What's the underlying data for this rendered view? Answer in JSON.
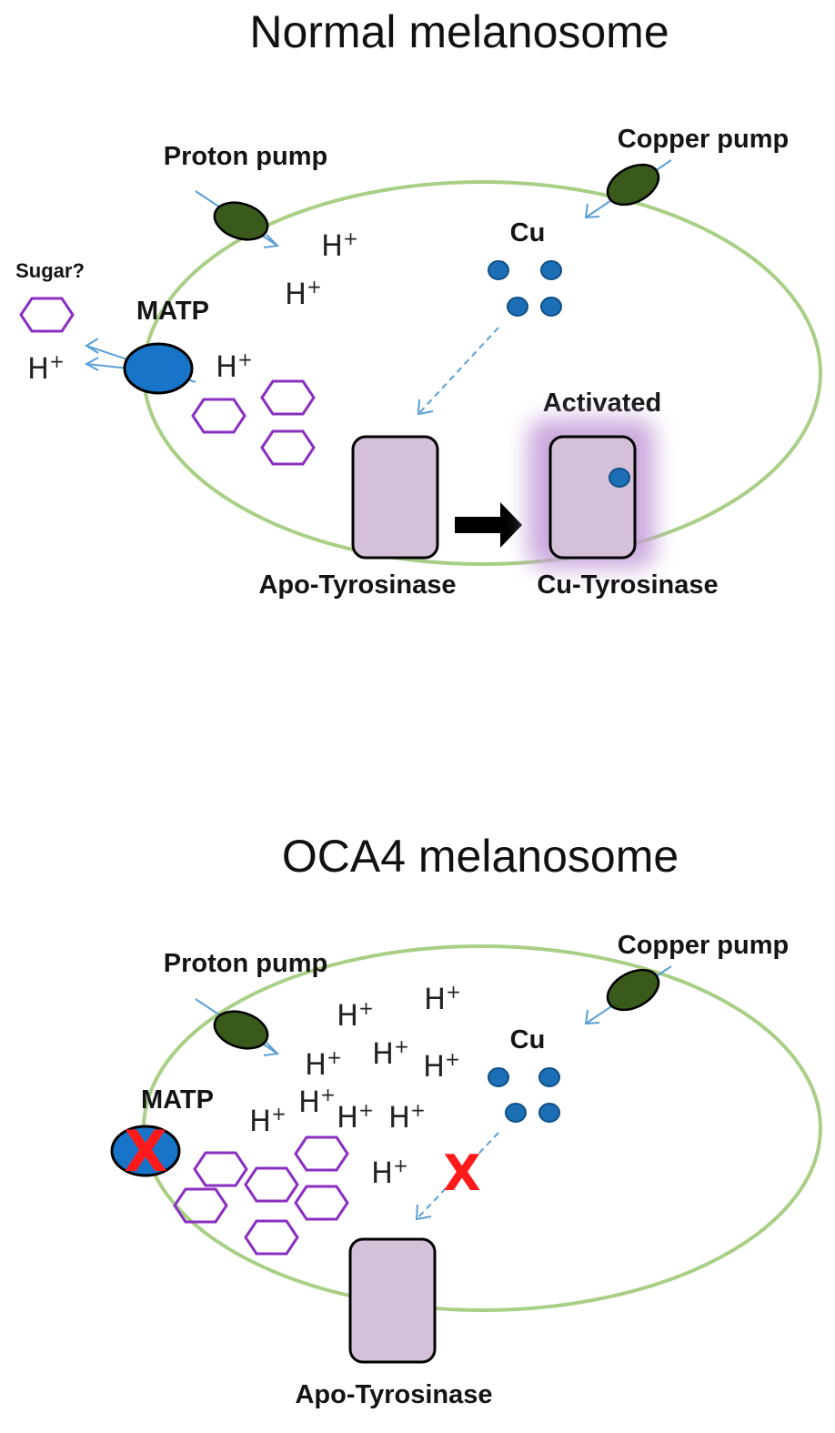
{
  "panels": [
    {
      "title": "Normal melanosome",
      "proton_pump_label": "Proton pump",
      "copper_pump_label": "Copper pump",
      "matp_label": "MATP",
      "cu_label": "Cu",
      "sugar_label": "Sugar?",
      "activated_label": "Activated",
      "apo_label": "Apo-Tyrosinase",
      "cu_tyr_label": "Cu-Tyrosinase",
      "h_base": "H",
      "h_sup": "+"
    },
    {
      "title": "OCA4 melanosome",
      "proton_pump_label": "Proton pump",
      "copper_pump_label": "Copper pump",
      "matp_label": "MATP",
      "cu_label": "Cu",
      "apo_label": "Apo-Tyrosinase",
      "h_base": "H",
      "h_sup": "+",
      "blocked_mark": "X"
    }
  ],
  "colors": {
    "membrane": "#a9cf86",
    "pump": "#3a5a1c",
    "matp": "#1874c9",
    "sugar": "#8a2fc0",
    "copper": "#1c6fb5",
    "tyrosinase": "#d4c1d9",
    "activated_glow": "#c39bd8",
    "transport_arrow": "#5a9fd6",
    "blocked": "#ff1a1a"
  }
}
